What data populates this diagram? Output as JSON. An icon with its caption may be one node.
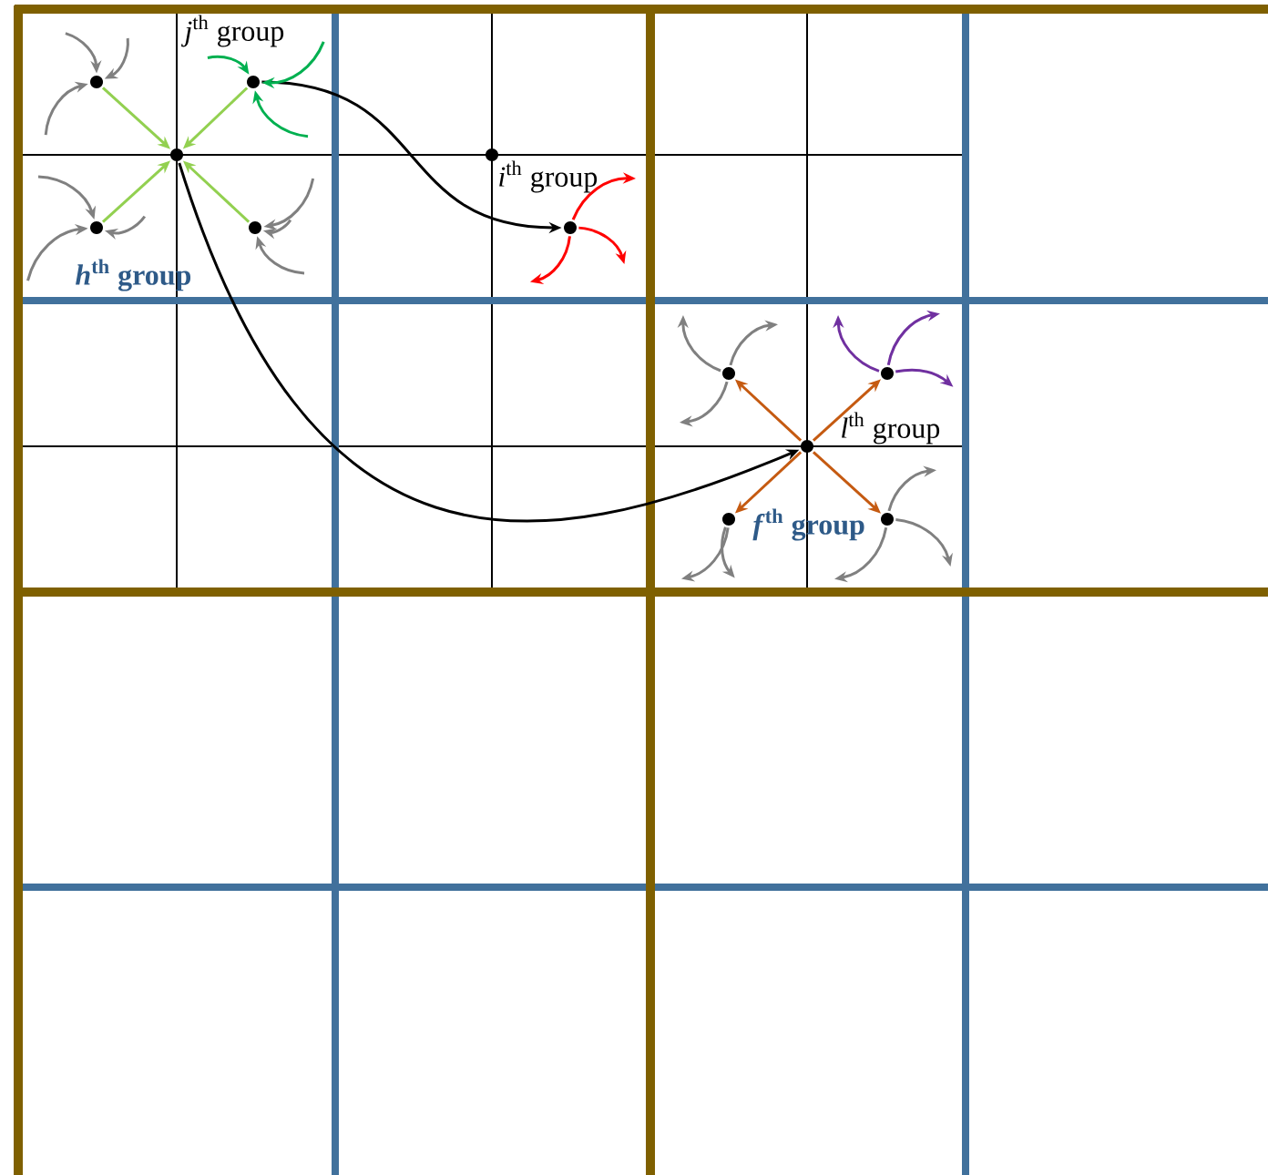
{
  "diagram": {
    "nodes": [
      {
        "text": [],
        "shape": "circle"
      },
      {
        "text": [],
        "shape": "circle",
        "beside": [
          "*j*$^{th}$ group"
        ]
      },
      {
        "text": [],
        "shape": "circle"
      },
      {
        "text": [],
        "shape": "circle",
        "beside": [
          "*i*$^{th}$ group"
        ]
      },
      {
        "text": [],
        "shape": "circle",
        "beside": [
          "*h*$^{th}$ group"
        ]
      },
      {
        "text": [],
        "shape": "circle"
      },
      {
        "text": [],
        "shape": "circle"
      },
      {
        "text": [],
        "shape": "circle"
      },
      {
        "text": [],
        "shape": "circle"
      },
      {
        "text": [],
        "shape": "circle",
        "beside": [
          "*l*$^{th}$ group"
        ]
      },
      {
        "text": [],
        "shape": "circle",
        "beside": [
          "*f*$^{th}$ group"
        ]
      },
      {
        "text": [],
        "shape": "circle"
      }
    ],
    "edges": [
      {
        "from": 0,
        "to": 2,
        "arrow": "to",
        "color": "#92d050"
      },
      {
        "from": 1,
        "to": 2,
        "arrow": "to",
        "color": "#92d050"
      },
      {
        "from": 4,
        "to": 2,
        "arrow": "to",
        "color": "#92d050"
      },
      {
        "from": 5,
        "to": 2,
        "arrow": "to",
        "color": "#92d050"
      },
      {
        "from": 1,
        "to": 6,
        "arrow": "to",
        "color": "#000000"
      },
      {
        "from": 2,
        "to": 9,
        "arrow": "to",
        "color": "#000000"
      },
      {
        "from": 9,
        "to": 7,
        "arrow": "to",
        "color": "#c55a11"
      },
      {
        "from": 9,
        "to": 8,
        "arrow": "to",
        "color": "#c55a11"
      },
      {
        "from": 9,
        "to": 10,
        "arrow": "to",
        "color": "#c55a11"
      },
      {
        "from": 9,
        "to": 11,
        "arrow": "to",
        "color": "#c55a11"
      },
      {
        "from": null,
        "to": 0,
        "arrow": "to"
      },
      {
        "from": null,
        "to": 0,
        "arrow": "to"
      },
      {
        "from": null,
        "to": 0,
        "arrow": "to"
      },
      {
        "from": null,
        "to": 1,
        "arrow": "to",
        "color": "#00b050"
      },
      {
        "from": null,
        "to": 1,
        "arrow": "to",
        "color": "#00b050"
      },
      {
        "from": null,
        "to": 1,
        "arrow": "to",
        "color": "#00b050"
      },
      {
        "from": null,
        "to": 4,
        "arrow": "to"
      },
      {
        "from": null,
        "to": 4,
        "arrow": "to"
      },
      {
        "from": null,
        "to": 4,
        "arrow": "to"
      },
      {
        "from": null,
        "to": 5,
        "arrow": "to"
      },
      {
        "from": null,
        "to": 5,
        "arrow": "to"
      },
      {
        "from": null,
        "to": 5,
        "arrow": "to"
      },
      {
        "from": 6,
        "to": null,
        "arrow": "to",
        "color": "#ff0000"
      },
      {
        "from": 6,
        "to": null,
        "arrow": "to",
        "color": "#ff0000"
      },
      {
        "from": 6,
        "to": null,
        "arrow": "to",
        "color": "#ff0000"
      },
      {
        "from": 7,
        "to": null,
        "arrow": "to"
      },
      {
        "from": 7,
        "to": null,
        "arrow": "to"
      },
      {
        "from": 7,
        "to": null,
        "arrow": "to"
      },
      {
        "from": 8,
        "to": null,
        "arrow": "to",
        "color": "#7030a0"
      },
      {
        "from": 8,
        "to": null,
        "arrow": "to",
        "color": "#7030a0"
      },
      {
        "from": 8,
        "to": null,
        "arrow": "to",
        "color": "#7030a0"
      },
      {
        "from": 10,
        "to": null,
        "arrow": "to"
      },
      {
        "from": 10,
        "to": null,
        "arrow": "to"
      },
      {
        "from": 11,
        "to": null,
        "arrow": "to"
      },
      {
        "from": 11,
        "to": null,
        "arrow": "to"
      },
      {
        "from": 11,
        "to": null,
        "arrow": "to"
      }
    ]
  }
}
